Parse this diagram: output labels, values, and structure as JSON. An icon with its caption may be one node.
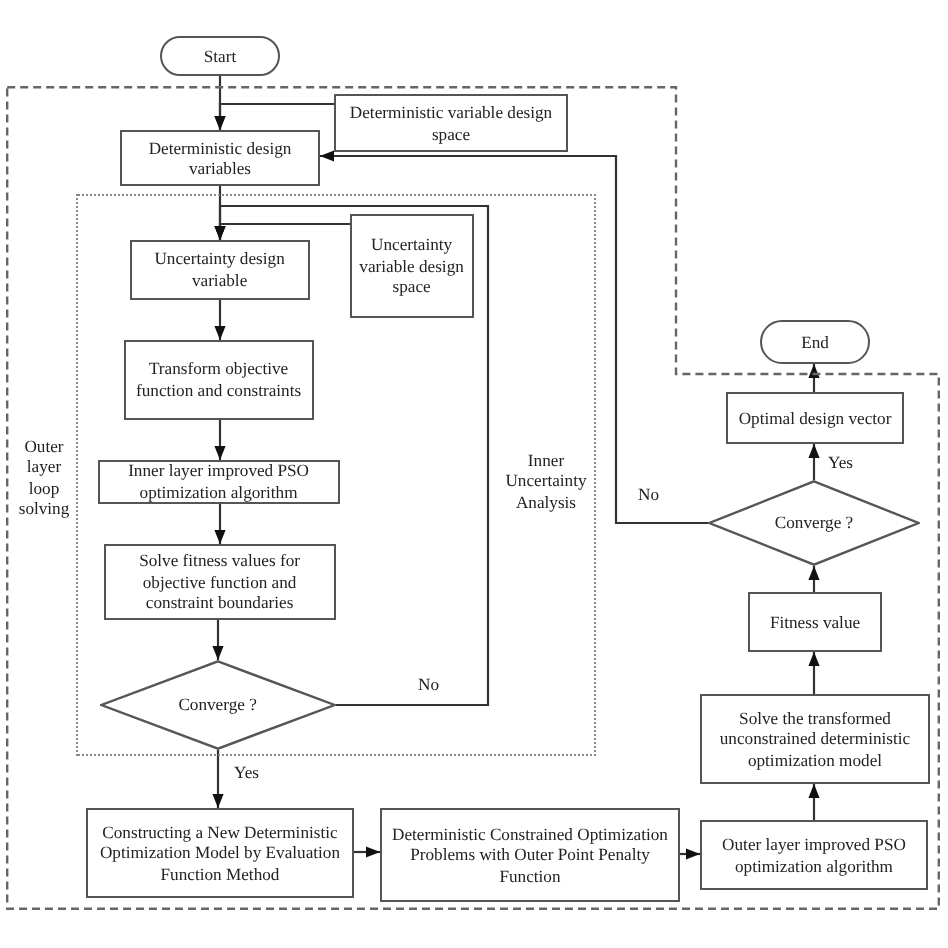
{
  "diagram": {
    "nodes": [
      {
        "text": [
          "Start"
        ]
      },
      {
        "text": [
          "Outer layer loop solving"
        ]
      },
      {
        "text": [
          "Deterministic variable design space"
        ],
        "in": 1
      },
      {
        "text": [
          "Deterministic design variables"
        ],
        "in": 1
      },
      {
        "text": [
          "Inner Uncertainty Analysis"
        ],
        "in": 1
      },
      {
        "text": [
          "Uncertainty design variable"
        ],
        "in": 4
      },
      {
        "text": [
          "Uncertainty variable design space"
        ],
        "in": 4
      },
      {
        "text": [
          "Transform objective function and constraints"
        ],
        "in": 4
      },
      {
        "text": [
          "Inner layer improved PSO optimization algorithm"
        ],
        "in": 4
      },
      {
        "text": [
          "Solve fitness values for objective function and constraint boundaries"
        ],
        "in": 4
      },
      {
        "text": [
          "Converge ?"
        ],
        "in": 4
      },
      {
        "text": [
          "Constructing a New Deterministic Optimization Model by Evaluation Function Method"
        ],
        "in": 1
      },
      {
        "text": [
          "Deterministic Constrained Optimization Problems with Outer Point Penalty Function"
        ],
        "in": 1
      },
      {
        "text": [
          "Outer layer improved PSO optimization algorithm"
        ],
        "in": 1
      },
      {
        "text": [
          "Solve the transformed unconstrained deterministic optimization model"
        ],
        "in": 1
      },
      {
        "text": [
          "Fitness value"
        ],
        "in": 1
      },
      {
        "text": [
          "Converge ?"
        ],
        "in": 1
      },
      {
        "text": [
          "Optimal design vector"
        ],
        "in": 1
      },
      {
        "text": [
          "End"
        ]
      }
    ],
    "edges": [
      {
        "from": 0,
        "to": 3,
        "arrow": "to"
      },
      {
        "from": 2,
        "to": 3,
        "arrow": "to"
      },
      {
        "from": 16,
        "to": 3,
        "arrow": "to",
        "label": "No"
      },
      {
        "from": 3,
        "to": 5,
        "arrow": "to"
      },
      {
        "from": 6,
        "to": 5,
        "arrow": "to"
      },
      {
        "from": 10,
        "to": 5,
        "arrow": "to",
        "label": "No"
      },
      {
        "from": 5,
        "to": 7,
        "arrow": "to"
      },
      {
        "from": 7,
        "to": 8,
        "arrow": "to"
      },
      {
        "from": 8,
        "to": 9,
        "arrow": "to"
      },
      {
        "from": 9,
        "to": 10,
        "arrow": "to"
      },
      {
        "from": 10,
        "to": 11,
        "arrow": "to",
        "label": "Yes"
      },
      {
        "from": 11,
        "to": 12,
        "arrow": "to"
      },
      {
        "from": 12,
        "to": 13,
        "arrow": "to"
      },
      {
        "from": 13,
        "to": 14,
        "arrow": "to"
      },
      {
        "from": 14,
        "to": 15,
        "arrow": "to"
      },
      {
        "from": 15,
        "to": 16,
        "arrow": "to"
      },
      {
        "from": 16,
        "to": 17,
        "arrow": "to",
        "label": "Yes"
      },
      {
        "from": 17,
        "to": 18,
        "arrow": "to"
      }
    ]
  }
}
